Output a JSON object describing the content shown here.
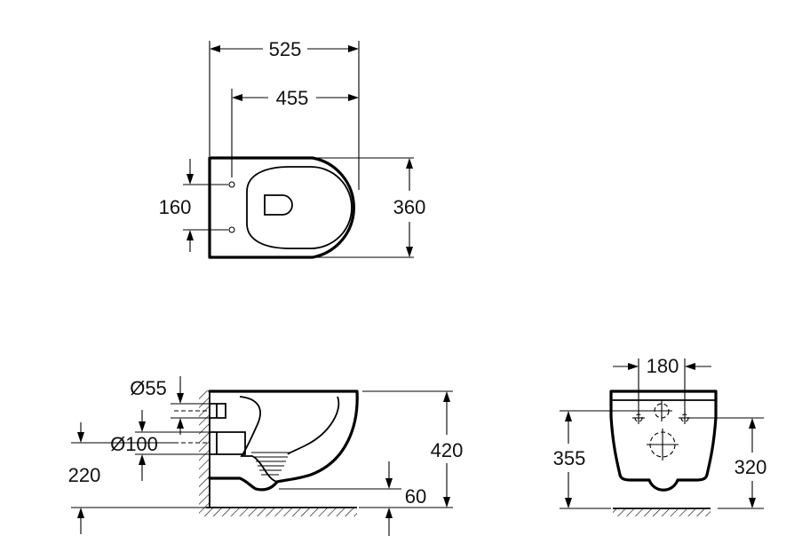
{
  "top_view": {
    "overall_length": "525",
    "rim_length": "455",
    "fixing_hole_spacing": "160",
    "width": "360"
  },
  "side_view": {
    "inlet_diameter": "Ø55",
    "outlet_diameter": "Ø100",
    "outlet_height": "220",
    "overall_height": "420",
    "bowl_depth": "60"
  },
  "rear_view": {
    "bolt_spacing": "180",
    "outlet_height": "355",
    "fixing_height": "320"
  },
  "colors": {
    "line": "#000000",
    "text": "#111111",
    "background": "#ffffff"
  }
}
